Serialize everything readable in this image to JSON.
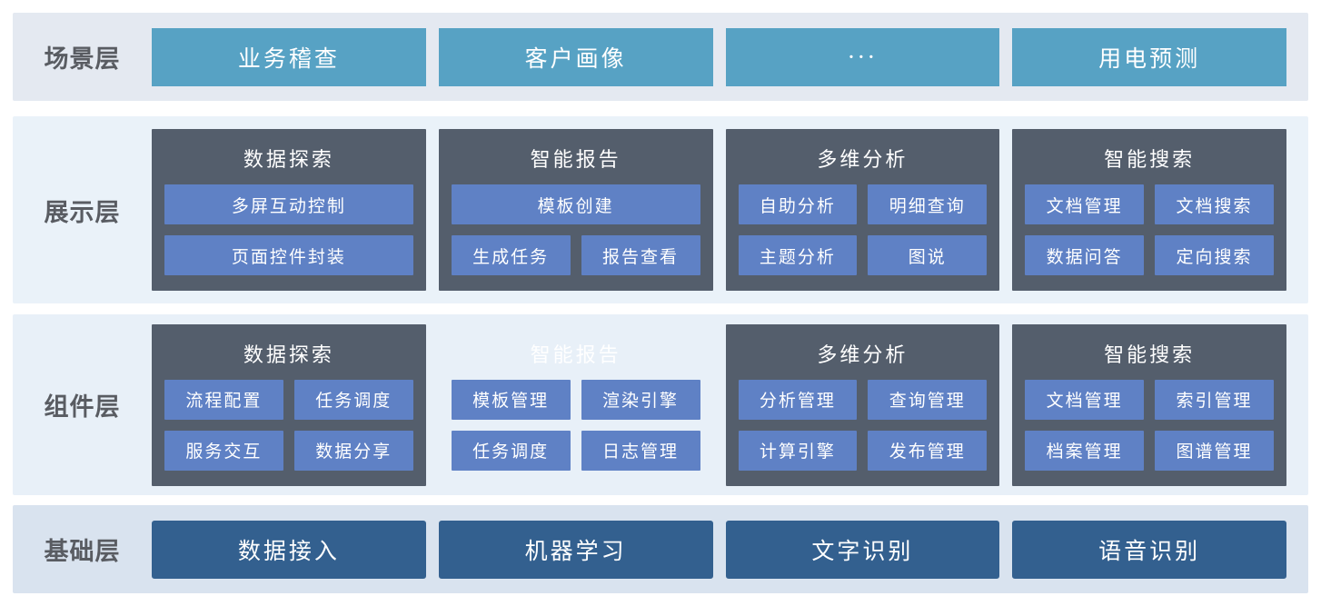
{
  "colors": {
    "scene_button": "#57a2c4",
    "group_box": "#545e6c",
    "item_blue": "#5f81c5",
    "foundation_button": "#33608f",
    "scene_row_bg": "#e4e9f1",
    "presentation_row_bg": "#eaf2f9",
    "component_row_bg": "#e8f0f8",
    "foundation_row_bg": "#d9e3ef",
    "label_text": "#595c62"
  },
  "layers": {
    "scene": {
      "label": "场景层",
      "buttons": [
        "业务稽查",
        "客户画像",
        "···",
        "用电预测"
      ]
    },
    "presentation": {
      "label": "展示层",
      "groups": [
        {
          "title": "数据探索",
          "items": [
            "多屏互动控制",
            "页面控件封装"
          ]
        },
        {
          "title": "智能报告",
          "items": [
            "模板创建",
            "生成任务",
            "报告查看"
          ]
        },
        {
          "title": "多维分析",
          "items": [
            "自助分析",
            "明细查询",
            "主题分析",
            "图说"
          ]
        },
        {
          "title": "智能搜索",
          "items": [
            "文档管理",
            "文档搜索",
            "数据问答",
            "定向搜索"
          ]
        }
      ]
    },
    "component": {
      "label": "组件层",
      "groups": [
        {
          "title": "数据探索",
          "items": [
            "流程配置",
            "任务调度",
            "服务交互",
            "数据分享"
          ]
        },
        {
          "title": "智能报告",
          "items": [
            "模板管理",
            "渲染引擎",
            "任务调度",
            "日志管理"
          ]
        },
        {
          "title": "多维分析",
          "items": [
            "分析管理",
            "查询管理",
            "计算引擎",
            "发布管理"
          ]
        },
        {
          "title": "智能搜索",
          "items": [
            "文档管理",
            "索引管理",
            "档案管理",
            "图谱管理"
          ]
        }
      ]
    },
    "foundation": {
      "label": "基础层",
      "buttons": [
        "数据接入",
        "机器学习",
        "文字识别",
        "语音识别"
      ]
    }
  }
}
